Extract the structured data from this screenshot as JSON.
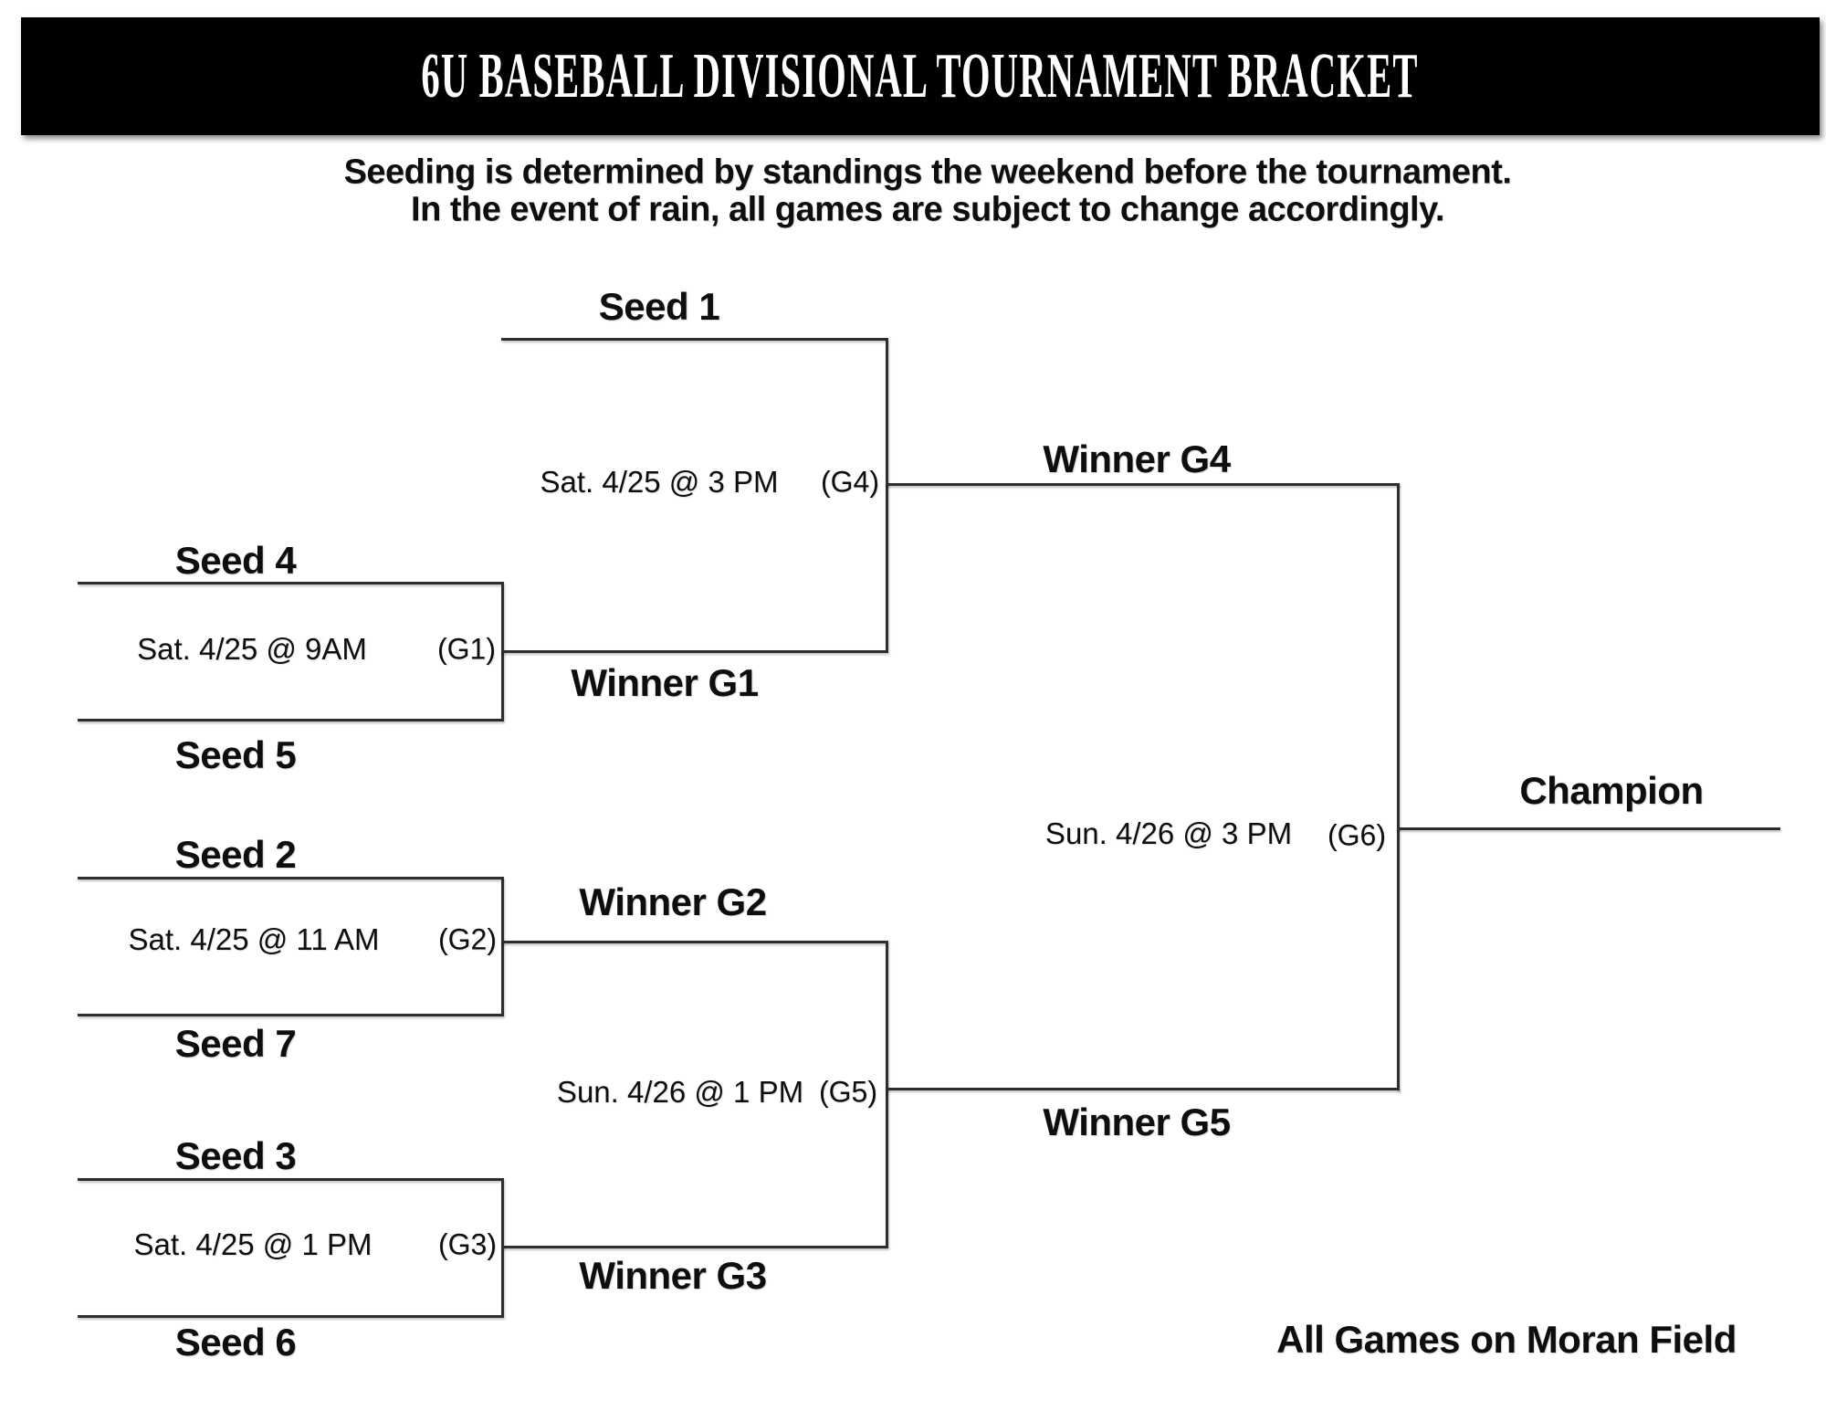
{
  "header": {
    "title": "6U BASEBALL DIVISIONAL TOURNAMENT BRACKET",
    "subtitle_line1": "Seeding is determined by standings the weekend before the tournament.",
    "subtitle_line2": "In the event of rain, all games are subject to change accordingly."
  },
  "footer": {
    "note": "All Games on Moran Field"
  },
  "colors": {
    "banner_bg": "#000000",
    "banner_text": "#ffffff",
    "line": "#2e2e2e",
    "text": "#0e0e0e",
    "background": "#ffffff"
  },
  "bracket": {
    "bye": {
      "seed_label": "Seed 1"
    },
    "round1": [
      {
        "game_id": "(G1)",
        "top_seed": "Seed 4",
        "bottom_seed": "Seed 5",
        "schedule": "Sat. 4/25 @ 9AM",
        "winner_label": "Winner G1"
      },
      {
        "game_id": "(G2)",
        "top_seed": "Seed 2",
        "bottom_seed": "Seed 7",
        "schedule": "Sat. 4/25 @ 11 AM",
        "winner_label": "Winner G2"
      },
      {
        "game_id": "(G3)",
        "top_seed": "Seed 3",
        "bottom_seed": "Seed 6",
        "schedule": "Sat. 4/25 @ 1 PM",
        "winner_label": "Winner G3"
      }
    ],
    "semifinals": [
      {
        "game_id": "(G4)",
        "schedule": "Sat. 4/25 @ 3 PM",
        "winner_label": "Winner G4"
      },
      {
        "game_id": "(G5)",
        "schedule": "Sun. 4/26 @ 1 PM",
        "winner_label": "Winner G5"
      }
    ],
    "final": {
      "game_id": "(G6)",
      "schedule": "Sun. 4/26 @ 3 PM",
      "champion_label": "Champion"
    }
  }
}
